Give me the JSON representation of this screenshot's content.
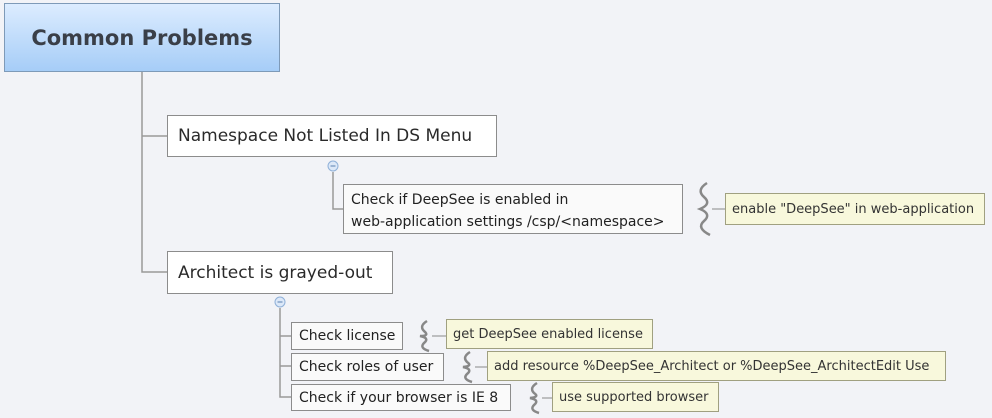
{
  "root": {
    "label": "Common Problems"
  },
  "topics": [
    {
      "label": "Namespace Not Listed In DS Menu",
      "children": [
        {
          "label_lines": [
            "Check if DeepSee is enabled in",
            "web-application settings /csp/<namespace>"
          ],
          "summary": "enable \"DeepSee\" in web-application"
        }
      ]
    },
    {
      "label": "Architect is grayed-out",
      "children": [
        {
          "label": "Check license",
          "summary": "get DeepSee enabled license"
        },
        {
          "label": "Check roles of user",
          "summary": "add resource %DeepSee_Architect or %DeepSee_ArchitectEdit Use"
        },
        {
          "label": "Check if your browser is IE 8",
          "summary": "use supported browser"
        }
      ]
    }
  ],
  "colors": {
    "background": "#f2f3f7",
    "root_top": "#dcecff",
    "root_bottom": "#a6cdf7",
    "summary_bg": "#f8f8dc"
  }
}
